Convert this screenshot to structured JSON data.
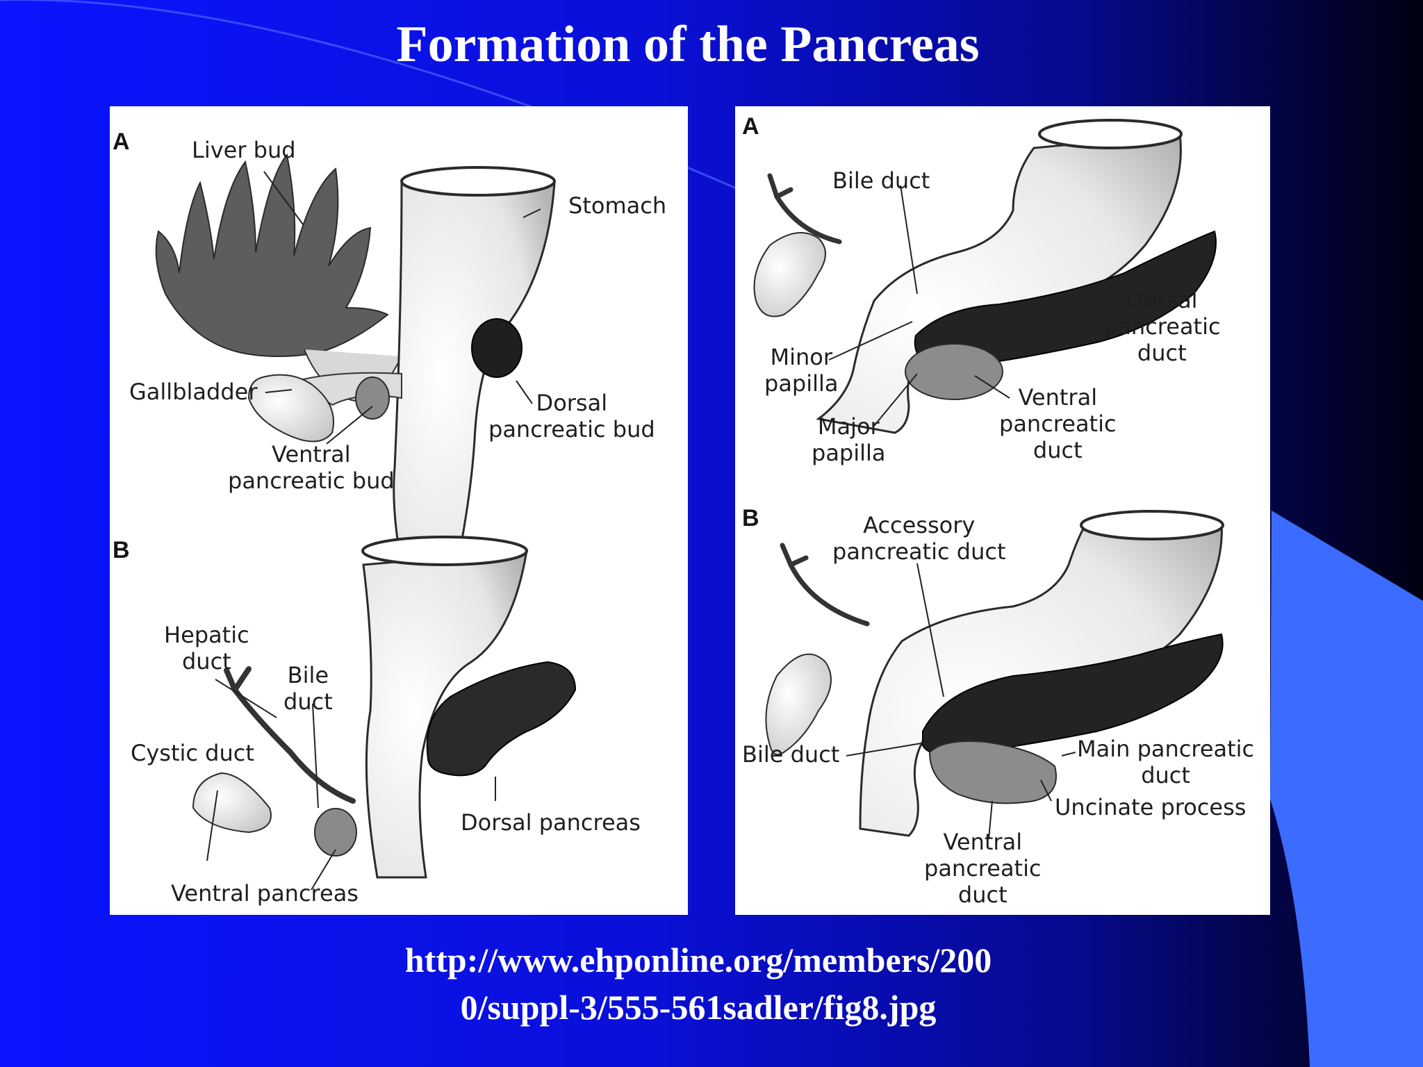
{
  "title": "Formation of the Pancreas",
  "left_figure": {
    "panel_a": {
      "letter": "A",
      "liver_bud": "Liver bud",
      "stomach": "Stomach",
      "gallbladder": "Gallbladder",
      "dorsal_bud": "Dorsal\npancreatic bud",
      "ventral_bud": "Ventral\npancreatic bud"
    },
    "panel_b": {
      "letter": "B",
      "hepatic_duct": "Hepatic\nduct",
      "bile_duct": "Bile\nduct",
      "cystic_duct": "Cystic duct",
      "dorsal_pancreas": "Dorsal pancreas",
      "ventral_pancreas": "Ventral pancreas"
    }
  },
  "right_figure": {
    "panel_a": {
      "letter": "A",
      "bile_duct": "Bile duct",
      "dorsal_duct": "Dorsal\npancreatic\nduct",
      "minor_papilla": "Minor\npapilla",
      "major_papilla": "Major\npapilla",
      "ventral_duct": "Ventral\npancreatic\nduct"
    },
    "panel_b": {
      "letter": "B",
      "accessory_duct": "Accessory\npancreatic duct",
      "bile_duct": "Bile duct",
      "main_duct": "Main pancreatic\nduct",
      "uncinate": "Uncinate process",
      "ventral_duct": "Ventral\npancreatic\nduct"
    }
  },
  "source_url_line1": "http://www.ehponline.org/members/200",
  "source_url_line2": "0/suppl-3/555-561sadler/fig8.jpg"
}
